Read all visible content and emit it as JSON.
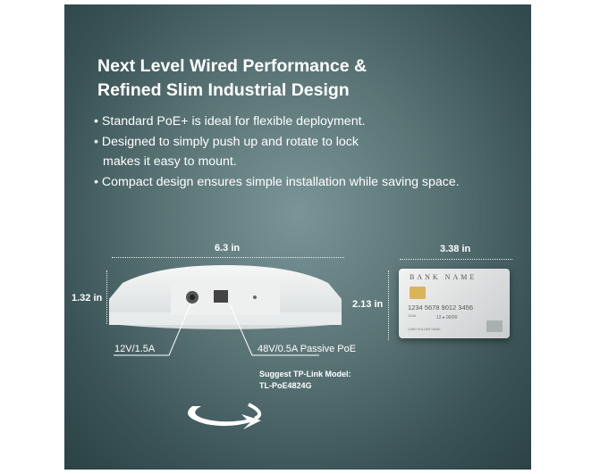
{
  "title": {
    "line1": "Next Level Wired Performance &",
    "line2": "Refined Slim Industrial Design"
  },
  "bullets": [
    "• Standard PoE+ is ideal for flexible deployment.",
    "• Designed to simply push up and rotate to lock",
    "   makes it easy to mount.",
    "• Compact design ensures simple installation while saving space."
  ],
  "device": {
    "width": "6.3 in",
    "height": "1.32 in",
    "dc_label": "12V/1.5A",
    "poe_label": "48V/0.5A Passive PoE",
    "suggest_line1": "Suggest TP-Link Model:",
    "suggest_line2": "TL-PoE4824G"
  },
  "card": {
    "width": "3.38 in",
    "height": "2.13 in",
    "bank": "BANK  NAME",
    "number": "1234  5678  9012  3456",
    "small": "1234",
    "expiry": "12 ▸ 00/00",
    "holder": "CARD HOLDER NAME"
  },
  "colors": {
    "panel": "#5b7577",
    "text": "#ffffff"
  }
}
